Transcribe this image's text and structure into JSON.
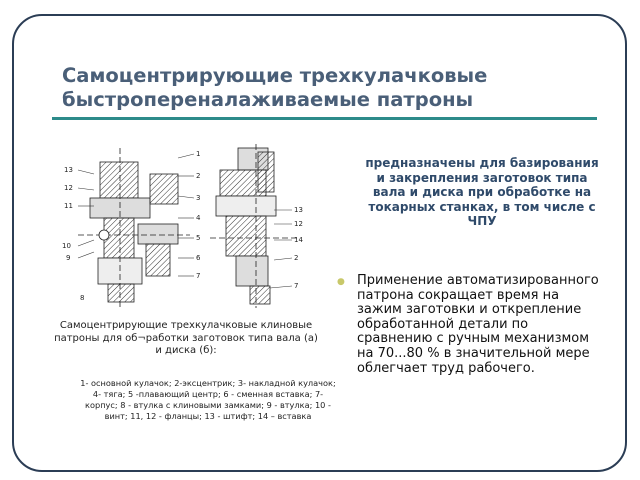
{
  "slide": {
    "title": "Самоцентрирующие трехкулачковые быстропереналаживаемые патроны",
    "purpose_text": "предназначены для базирования и закрепления заготовок типа вала и диска при обработке на токарных станках, в том числе с ЧПУ",
    "bullet_text": "Применение автоматизированного патрона сокращает время на зажим заготовки и открепление обработанной детали по сравнению с ручным механизмом на 70...80 % в значительной мере облегчает труд рабочего.",
    "figure": {
      "caption": "Самоцентрирующие трехкулачковые клиновые патроны для об¬работки заготовок типа вала (а) и диска (б):",
      "legend": "1- основной кулачок; 2-эксцентрик; 3- накладной кулачок; 4- тяга; 5 -плавающий центр; 6 - сменная вставка; 7- корпус; 8 - втулка с клиновыми замками; 9 - втулка; 10 - винт; 11, 12 - фланцы; 13 - штифт; 14 – вставка",
      "callouts_a": [
        "1",
        "2",
        "3",
        "4",
        "5",
        "6",
        "7",
        "8",
        "9",
        "10",
        "11",
        "12",
        "13"
      ],
      "callouts_b": [
        "13",
        "12",
        "14",
        "2",
        "7"
      ]
    },
    "colors": {
      "frame": "#2b3d55",
      "title": "#4a5f78",
      "rule": "#2d8b8a",
      "purpose": "#2f4a6a",
      "bullet": "#c8c86a"
    }
  }
}
